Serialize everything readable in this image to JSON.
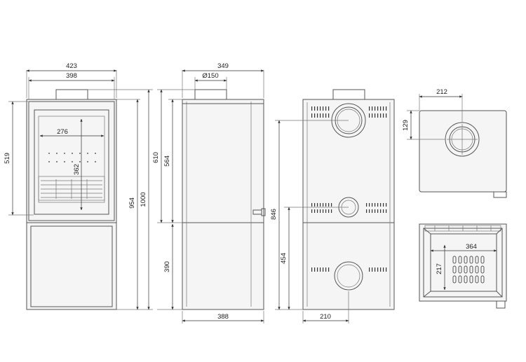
{
  "front_view": {
    "width_overall": "423",
    "width_body": "398",
    "height_door": "519",
    "height_954": "954",
    "height_1000": "1000",
    "door_inner_width": "276",
    "door_inner_height": "362"
  },
  "side_view": {
    "depth": "349",
    "flue_diameter": "Ø150",
    "height_610": "610",
    "height_564": "564",
    "height_390": "390",
    "base_depth": "388"
  },
  "rear_view": {
    "height_846": "846",
    "height_454": "454",
    "offset_210": "210"
  },
  "top_view": {
    "width_212": "212",
    "depth_129": "129"
  },
  "firebox_view": {
    "width_364": "364",
    "height_217": "217"
  },
  "colors": {
    "line": "#555555",
    "dimension": "#333333",
    "fill": "#f5f5f5"
  }
}
